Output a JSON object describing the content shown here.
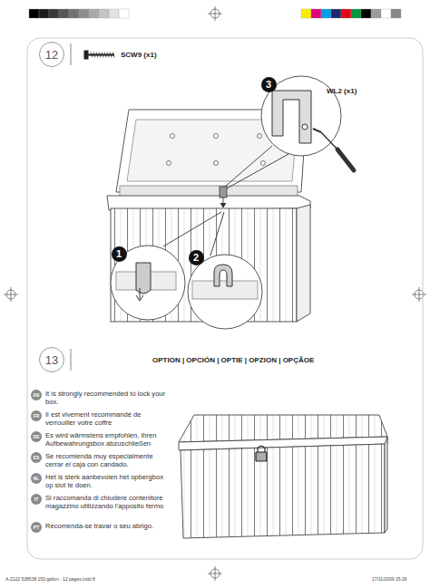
{
  "diagram": {
    "nodes": [
      {
        "text": [
          "12"
        ]
      },
      {
        "text": [
          "3"
        ]
      },
      {
        "text": [
          "1"
        ]
      },
      {
        "text": [
          "2"
        ]
      },
      {
        "text": [
          "13"
        ]
      },
      {
        "text": [
          "EN"
        ]
      },
      {
        "text": [
          "FR"
        ]
      },
      {
        "text": [
          "DE"
        ]
      },
      {
        "text": [
          "ES"
        ]
      },
      {
        "text": [
          "NL"
        ]
      },
      {
        "text": [
          "IT"
        ]
      },
      {
        "text": [
          "PT"
        ]
      }
    ],
    "labels": [
      "SCW9 (x1)",
      "WL2 (x1)",
      "OPTION | OPCIÓN | OPTIE | OPZION | OPÇÃOE",
      "It is strongly recommended to lock your box.",
      "Il est vivement recommandé de verrouiller votre coffre",
      "Es wird wärmstens empfohlen, ihren Aufbewahrungsbox abzuschließen",
      "Se recomienda muy especialmente cerrar el caja con candado.",
      "Het is sterk aanbevolen het opbergbox op slot te doen.",
      "Si raccomanda di chiudere contenitore magazzino utilizzando l'apposito fermo",
      "Recomenda-se travar o seu abrigo.",
      "A-2122 538538 150 gallon - 12 pages.indd 8",
      "17/11/2009 15:26"
    ]
  }
}
